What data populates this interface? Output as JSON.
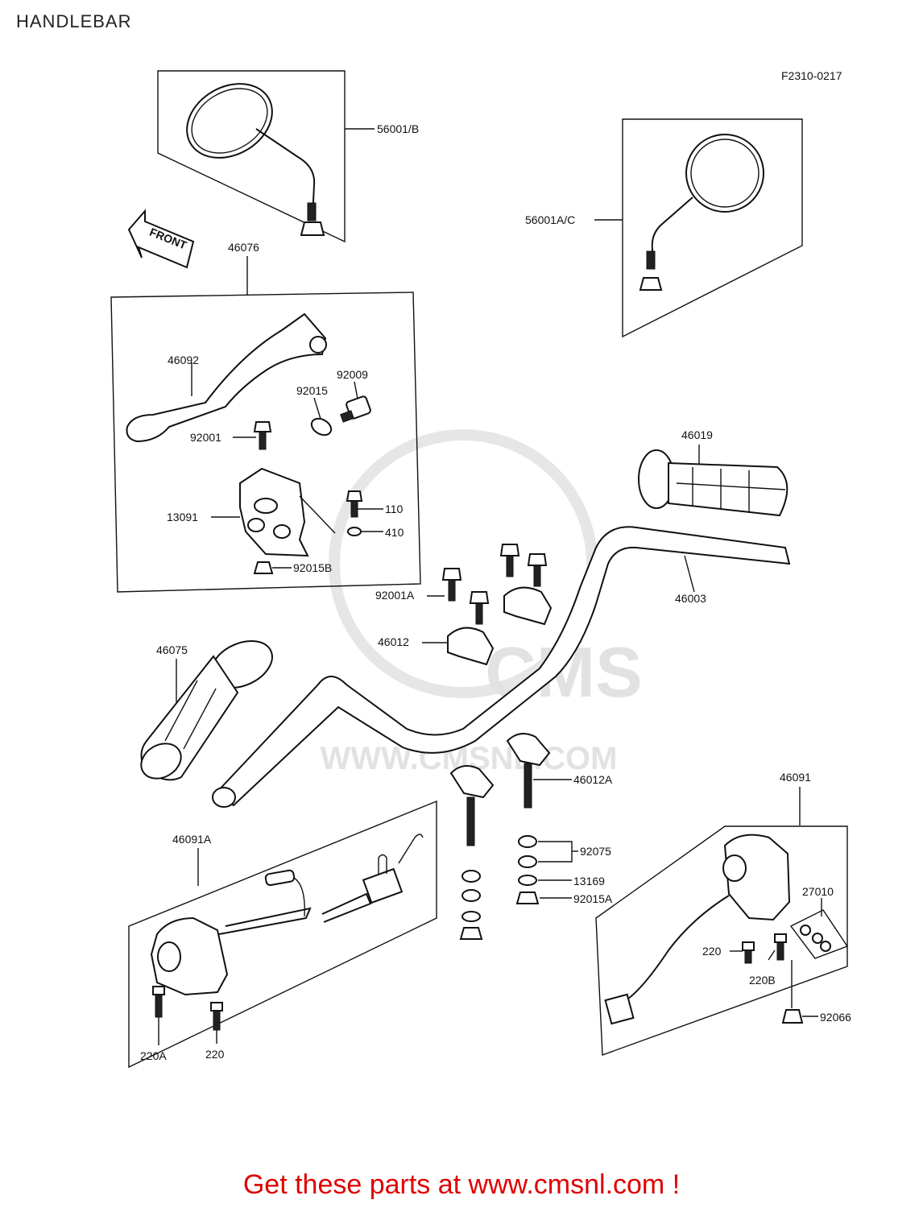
{
  "page": {
    "title": "HANDLEBAR",
    "figure_code": "F2310-0217",
    "footer_link": "Get these parts at www.cmsnl.com !",
    "watermark": "WWW.CMSNL.COM",
    "front_sign": "FRONT"
  },
  "callouts": {
    "c56001b": "56001/B",
    "c56001ac": "56001A/C",
    "c46076": "46076",
    "c46092": "46092",
    "c92009": "92009",
    "c92015": "92015",
    "c92001": "92001",
    "c13091": "13091",
    "c110": "110",
    "c410": "410",
    "c92015b": "92015B",
    "c46019": "46019",
    "c92001a": "92001A",
    "c46003": "46003",
    "c46012": "46012",
    "c46075": "46075",
    "c46012a": "46012A",
    "c46091": "46091",
    "c46091a": "46091A",
    "c92075": "92075",
    "c13169": "13169",
    "c92015a": "92015A",
    "c27010": "27010",
    "c220_r": "220",
    "c220b": "220B",
    "c92066": "92066",
    "c220a": "220A",
    "c220_l": "220"
  },
  "colors": {
    "ink": "#111111",
    "link": "#e00000",
    "watermark": "#e2e2e2"
  }
}
